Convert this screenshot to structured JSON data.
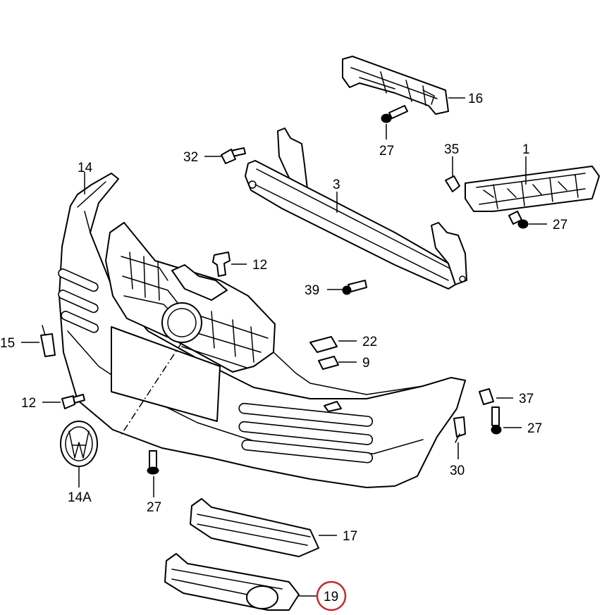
{
  "callouts": {
    "c16": "16",
    "c27_top": "27",
    "c35": "35",
    "c1": "1",
    "c32": "32",
    "c3": "3",
    "c14": "14",
    "c27_right": "27",
    "c12_top": "12",
    "c39": "39",
    "c15": "15",
    "c22": "22",
    "c9": "9",
    "c37": "37",
    "c12_left": "12",
    "c27_mid": "27",
    "c30": "30",
    "c14A": "14A",
    "c27_bottom": "27",
    "c17": "17",
    "c19": "19"
  },
  "highlight": {
    "callout": "19",
    "color": "#c8282d"
  }
}
